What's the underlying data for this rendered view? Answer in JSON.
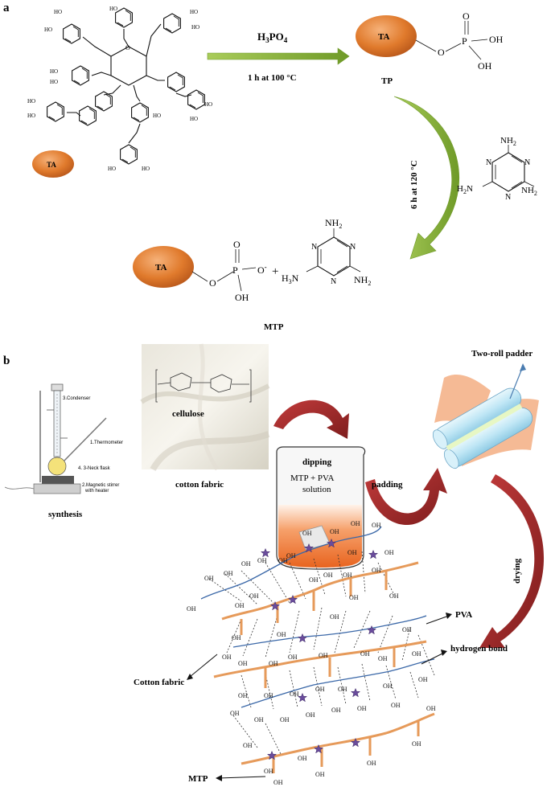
{
  "panel_a": {
    "letter": "a",
    "ta_label": "TA",
    "reagent": "H3PO4",
    "condition1": "1 h at 100 °C",
    "condition2": "6 h at 120 °C",
    "tp_label": "TP",
    "mtp_label": "MTP",
    "phos": {
      "p": "P",
      "o": "O",
      "oh": "OH",
      "ominus": "O",
      "minus": "-",
      "plus": "+"
    },
    "melamine": {
      "nh2": "NH2",
      "h2n": "H2N",
      "n": "N",
      "h3n": "H3N"
    },
    "tannic_oh": "HO",
    "tannic_o": "O"
  },
  "panel_b": {
    "letter": "b",
    "synthesis_label": "synthesis",
    "apparatus": {
      "condenser": "3.Condenser",
      "thermometer": "1.Thermometer",
      "flask": "4. 3-Neck flask",
      "stirrer_line1": "2.Magnetic stirrer",
      "stirrer_line2": "with heater"
    },
    "cellulose_label": "cellulose",
    "cotton_fabric_label": "cotton fabric",
    "dipping_label": "dipping",
    "solution_line1": "MTP + PVA",
    "solution_line2": "solution",
    "padding_label": "padding",
    "padder_label": "Two-roll padder",
    "drying_label": "drying",
    "pva_label": "PVA",
    "hbond_label": "hydrogen bond",
    "cotton_label": "Cotton fabric",
    "mtp_label": "MTP",
    "oh_label": "OH"
  },
  "colors": {
    "ta_orange": "#e07a2c",
    "arrow_green": "#8cb33a",
    "arrow_red": "#a52a2a",
    "pva_blue": "#3b68a8",
    "cotton_orange": "#e69a5a",
    "star_purple": "#6a4c9c",
    "padder_roll": "#bfe6f5",
    "padder_fabric": "#f4b38a"
  }
}
